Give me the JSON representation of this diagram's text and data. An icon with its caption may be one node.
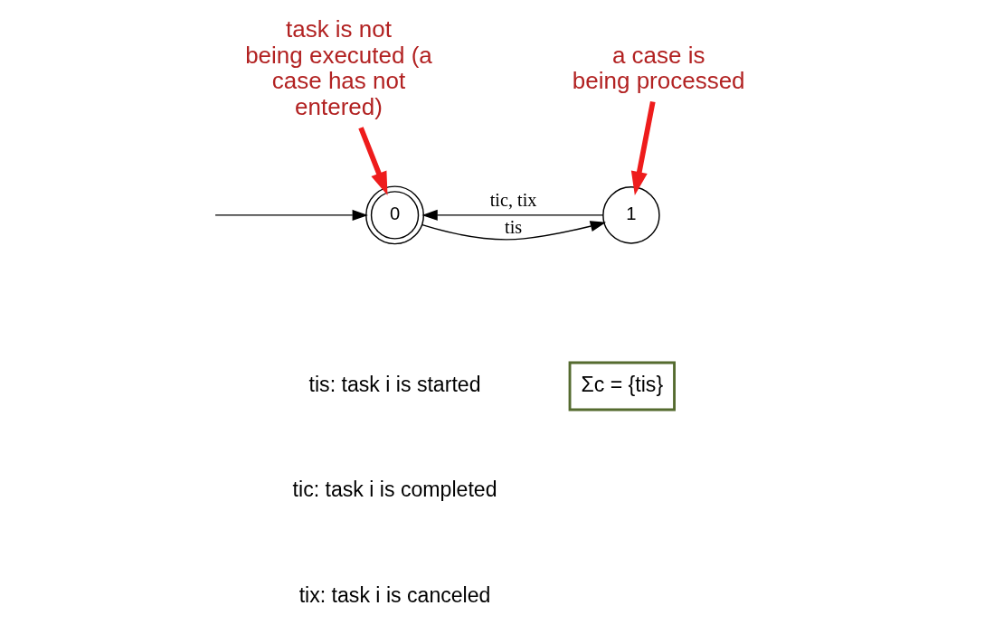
{
  "diagram": {
    "nodes": [
      {
        "text": [
          "task is not being executed (a case has not entered)"
        ]
      },
      {
        "text": [
          "a case is being processed"
        ]
      },
      {
        "text": [
          "0"
        ]
      },
      {
        "text": [
          "1"
        ]
      },
      {
        "text": [
          "Σc = {tis}"
        ]
      }
    ],
    "edges": [
      {
        "from": 0,
        "to": 2,
        "arrow": "to",
        "style": "thick",
        "color": "#ee1c1c"
      },
      {
        "from": 1,
        "to": 3,
        "arrow": "to",
        "style": "thick",
        "color": "#ee1c1c"
      },
      {
        "from": null,
        "to": 2,
        "arrow": "to"
      },
      {
        "from": 2,
        "to": 3,
        "arrow": "to",
        "label": "tis"
      },
      {
        "from": 3,
        "to": 2,
        "arrow": "to",
        "label": "tic, tix"
      }
    ],
    "labels": [
      "tis: task i is started",
      "tic: task i is completed",
      "tix: task i is canceled"
    ]
  }
}
